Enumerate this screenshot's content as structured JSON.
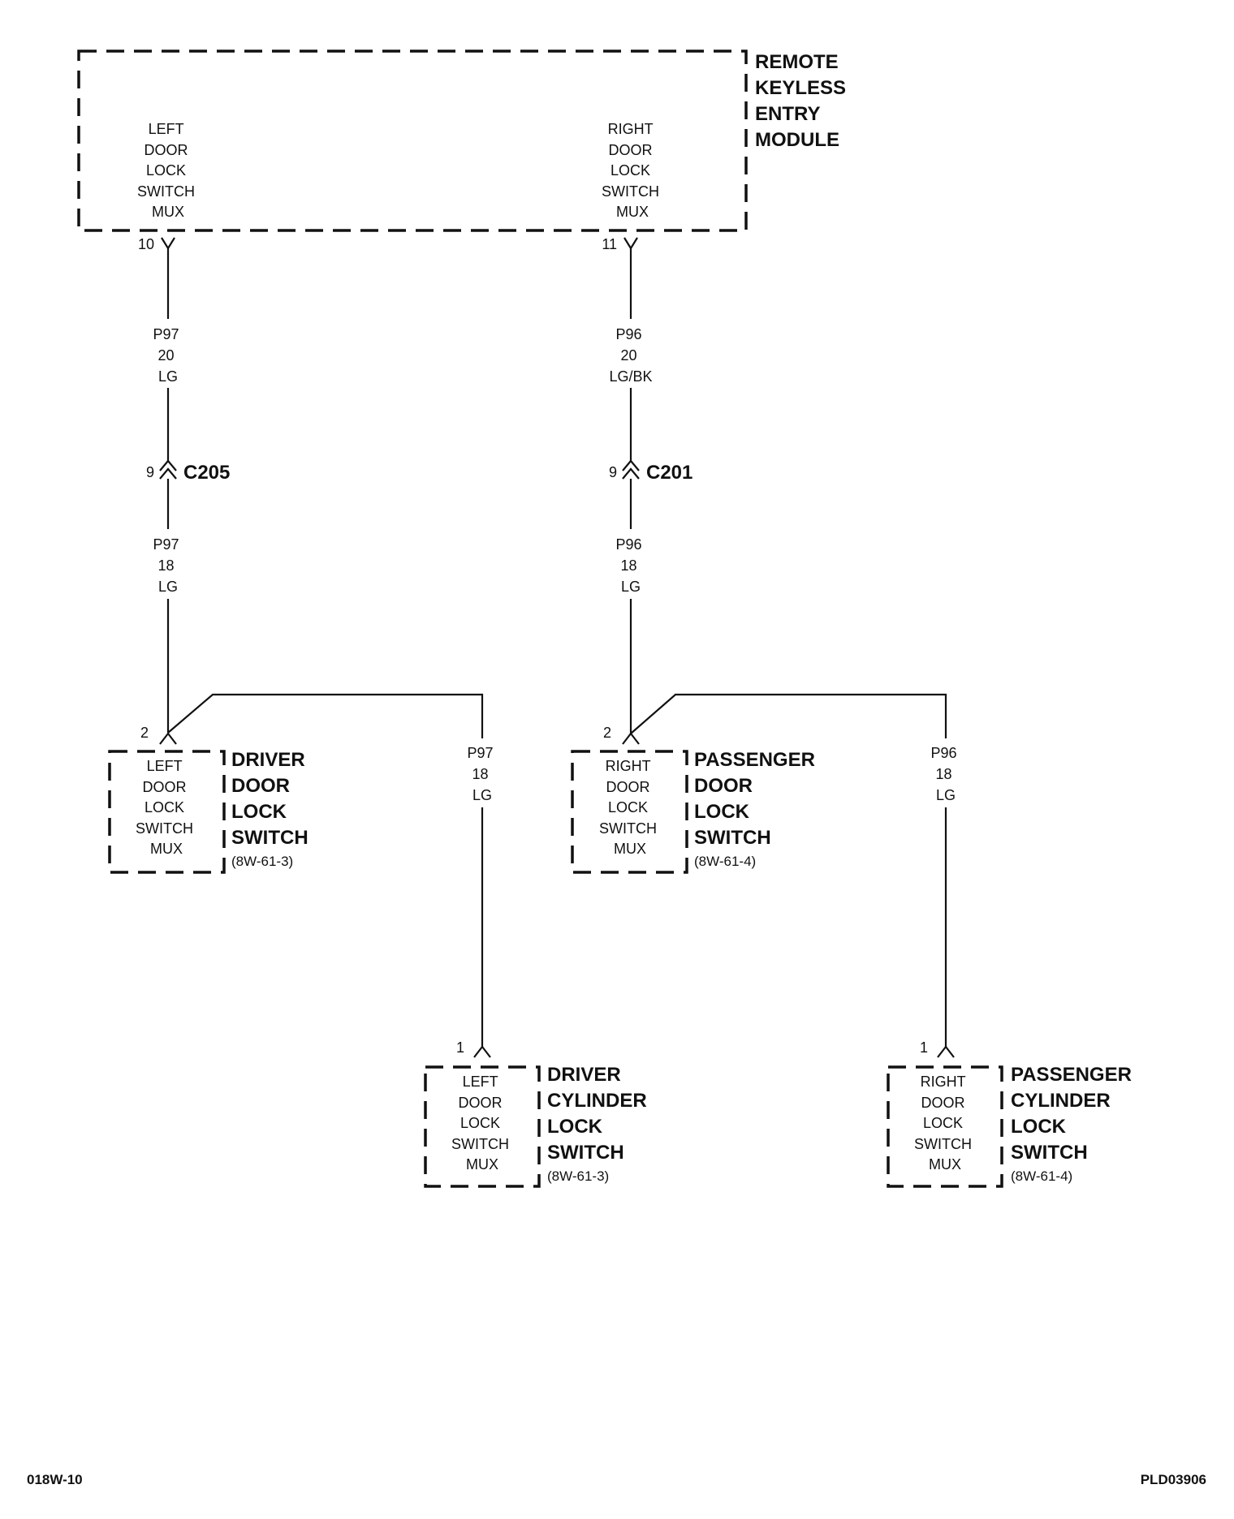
{
  "module": {
    "title": [
      "REMOTE",
      "KEYLESS",
      "ENTRY",
      "MODULE"
    ],
    "left_function": [
      "LEFT",
      "DOOR",
      "LOCK",
      "SWITCH",
      "MUX"
    ],
    "right_function": [
      "RIGHT",
      "DOOR",
      "LOCK",
      "SWITCH",
      "MUX"
    ],
    "left_pin": "10",
    "right_pin": "11"
  },
  "wires": {
    "left_upper": [
      "P97",
      "20",
      "LG"
    ],
    "right_upper": [
      "P96",
      "20",
      "LG/BK"
    ],
    "left_lower": [
      "P97",
      "18",
      "LG"
    ],
    "right_lower": [
      "P96",
      "18",
      "LG"
    ],
    "left_branch": [
      "P97",
      "18",
      "LG"
    ],
    "right_branch": [
      "P96",
      "18",
      "LG"
    ]
  },
  "connectors": {
    "left": {
      "pin": "9",
      "name": "C205"
    },
    "right": {
      "pin": "9",
      "name": "C201"
    }
  },
  "components": {
    "driver_door": {
      "pin": "2",
      "function": [
        "LEFT",
        "DOOR",
        "LOCK",
        "SWITCH",
        "MUX"
      ],
      "title": [
        "DRIVER",
        "DOOR",
        "LOCK",
        "SWITCH"
      ],
      "ref": "(8W-61-3)"
    },
    "passenger_door": {
      "pin": "2",
      "function": [
        "RIGHT",
        "DOOR",
        "LOCK",
        "SWITCH",
        "MUX"
      ],
      "title": [
        "PASSENGER",
        "DOOR",
        "LOCK",
        "SWITCH"
      ],
      "ref": "(8W-61-4)"
    },
    "driver_cylinder": {
      "pin": "1",
      "function": [
        "LEFT",
        "DOOR",
        "LOCK",
        "SWITCH",
        "MUX"
      ],
      "title": [
        "DRIVER",
        "CYLINDER",
        "LOCK",
        "SWITCH"
      ],
      "ref": "(8W-61-3)"
    },
    "passenger_cylinder": {
      "pin": "1",
      "function": [
        "RIGHT",
        "DOOR",
        "LOCK",
        "SWITCH",
        "MUX"
      ],
      "title": [
        "PASSENGER",
        "CYLINDER",
        "LOCK",
        "SWITCH"
      ],
      "ref": "(8W-61-4)"
    }
  },
  "footer": {
    "left": "018W-10",
    "right": "PLD03906"
  }
}
